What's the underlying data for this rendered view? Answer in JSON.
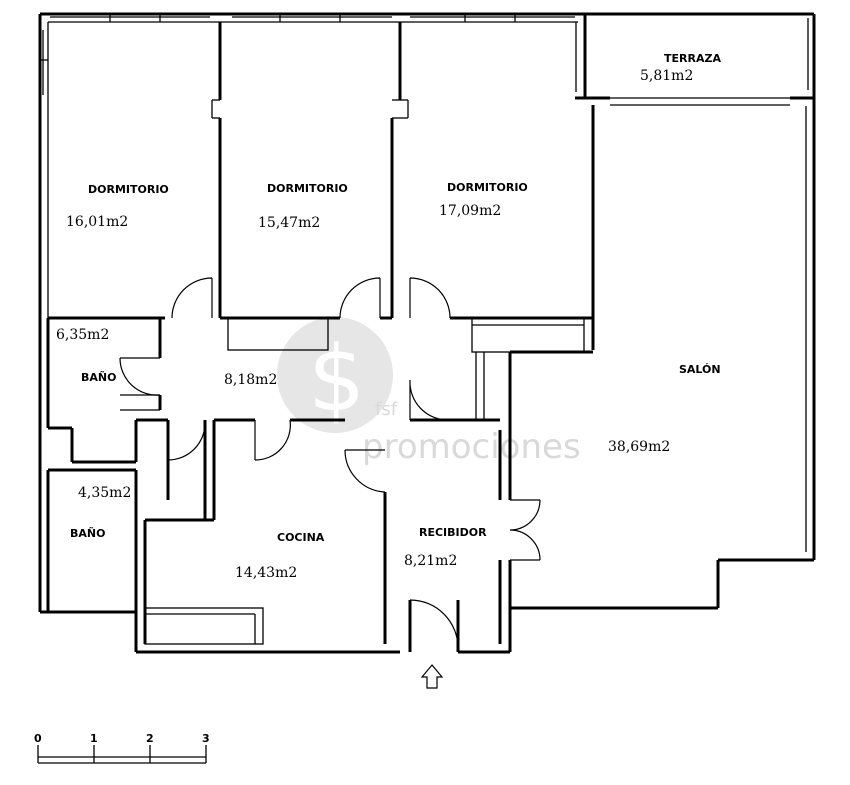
{
  "rooms": [
    {
      "id": "dormitorio-1",
      "label": "DORMITORIO",
      "area": "16,01m2"
    },
    {
      "id": "dormitorio-2",
      "label": "DORMITORIO",
      "area": "15,47m2"
    },
    {
      "id": "dormitorio-3",
      "label": "DORMITORIO",
      "area": "17,09m2"
    },
    {
      "id": "terraza",
      "label": "TERRAZA",
      "area": "5,81m2"
    },
    {
      "id": "bano-1",
      "label": "BAÑO",
      "area": "6,35m2"
    },
    {
      "id": "pasillo",
      "label": "",
      "area": "8,18m2"
    },
    {
      "id": "salon",
      "label": "SALÓN",
      "area": "38,69m2"
    },
    {
      "id": "bano-2",
      "label": "BAÑO",
      "area": "4,35m2"
    },
    {
      "id": "cocina",
      "label": "COCINA",
      "area": "14,43m2"
    },
    {
      "id": "recibidor",
      "label": "RECIBIDOR",
      "area": "8,21m2"
    }
  ],
  "watermark": {
    "brand_top": "fsf",
    "brand_bottom": "promociones"
  },
  "scale_bar": {
    "ticks": [
      "0",
      "1",
      "2",
      "3"
    ]
  },
  "entrance": {
    "icon": "arrow-up-icon"
  }
}
